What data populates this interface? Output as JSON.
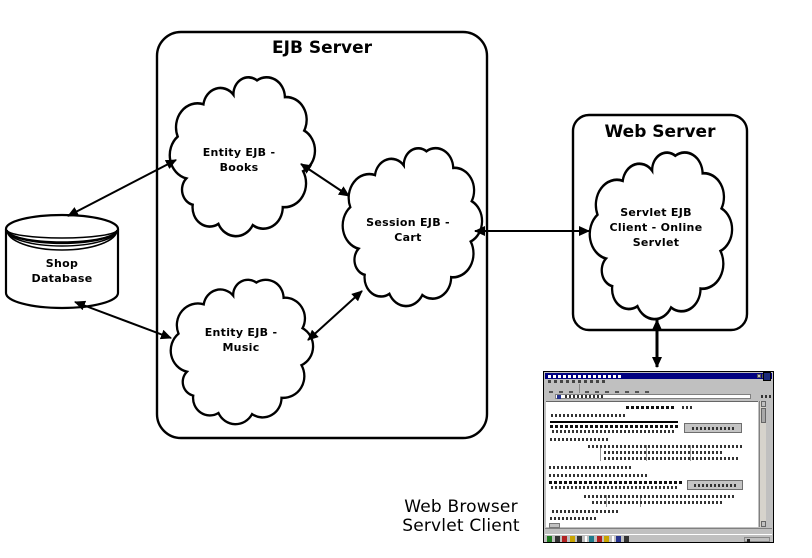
{
  "diagram": {
    "ejb_server_title": "EJB Server",
    "web_server_title": "Web Server",
    "database_label": "Shop\nDatabase",
    "cloud_books_label": "Entity EJB -\nBooks",
    "cloud_music_label": "Entity EJB -\nMusic",
    "cloud_cart_label": "Session EJB -\nCart",
    "cloud_servlet_label": "Servlet EJB\nClient - Online\nServlet",
    "browser_caption": "Web Browser\nServlet Client"
  },
  "colors": {
    "outline": "#000000",
    "background": "#ffffff",
    "mini_browser_titlebar": "#000080",
    "mini_browser_chrome": "#c0c0c0"
  }
}
